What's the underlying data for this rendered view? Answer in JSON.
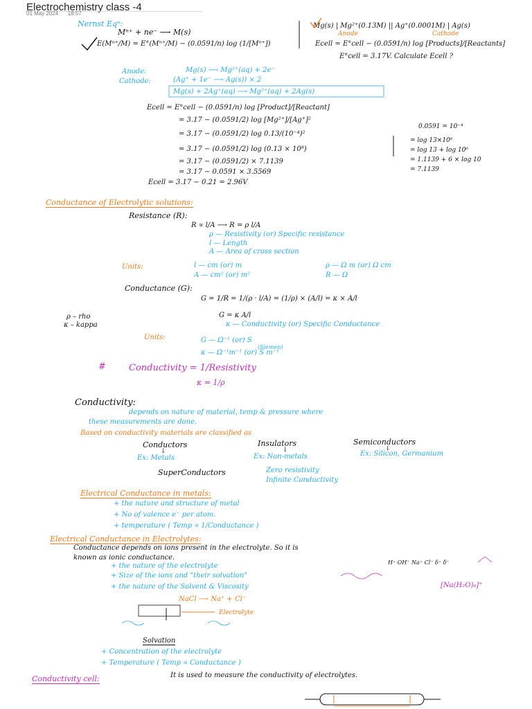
{
  "header": {
    "title": "Electrochemistry class -4",
    "date": "01 May 2024",
    "time": "18:57"
  },
  "nernst": {
    "label": "Nernst Eqⁿ:",
    "reaction": "Mⁿ⁺ + ne⁻ ⟶ M(s)",
    "equation": "E(Mⁿ⁺/M) = E°(Mⁿ⁺/M) − (0.0591/n) log (1/[Mⁿ⁺])",
    "cell": "Mg(s) | Mg²⁺(0.13M) || Ag⁺(0.0001M) | Ag(s)",
    "anode_tag": "Anode",
    "cathode_tag": "Cathode",
    "cell_eq": "Ecell = E°cell − (0.0591/n) log [Products]/[Reactants]",
    "given": "E°cell = 3.17V. Calculate Ecell ?"
  },
  "reactions": {
    "anode_label": "Anode:",
    "anode_rxn": "Mg(s) ⟶ Mg²⁺(aq) + 2e⁻",
    "cathode_label": "Cathode:",
    "cathode_rxn": "(Ag⁺ + 1e⁻ ⟶ Ag(s)) × 2",
    "overall": "Mg(s) + 2Ag⁺(aq) ⟶ Mg²⁺(aq) + 2Ag(s)"
  },
  "steps": [
    "Ecell = E°cell − (0.0591/n) log [Product]/[Reactant]",
    "= 3.17 − (0.0591/2) log [Mg²⁺]/[Ag⁺]²",
    "= 3.17 − (0.0591/2) log 0.13/(10⁻⁴)²",
    "= 3.17 − (0.0591/2) log (0.13 × 10⁸)",
    "= 3.17 − (0.0591/2) × 7.1139",
    "= 3.17 − 0.0591 × 3.5569",
    "Ecell = 3.17 − 0.21 = 2.96V"
  ],
  "side_calc": [
    "0.0591 = 10⁻⁴",
    "= log 13×10⁶",
    "= log 13 + log 10⁶",
    "= 1.1139 + 6 × log 10",
    "= 7.1139"
  ],
  "conductance_section": {
    "heading": "Conductance of Electrolytic solutions:",
    "resistance_label": "Resistance (R):",
    "resistance_eq": "R ∝ l/A ⟶ R = ρ l/A",
    "rho_def": "ρ — Resistivity (or) Specific resistance",
    "l_def": "l — Length",
    "a_def": "A — Area of cross section",
    "units_label": "Units:",
    "units_l": "l — cm (or) m",
    "units_rho": "ρ — Ω m (or) Ω cm",
    "units_a": "A — cm² (or) m²",
    "units_r": "R — Ω",
    "conductance_label": "Conductance (G):",
    "conductance_eq": "G = 1/R = 1/(ρ · l/A) = (1/ρ) × (A/l) = κ × A/l",
    "g_eq": "G = κ A/l",
    "kappa_def": "κ — Conductivity (or) Specific Conductance",
    "rho_note": "ρ – rho",
    "kappa_note": "κ – kappa",
    "units2_label": "Units:",
    "units_g": "G — Ω⁻¹ (or) S",
    "siemens": "(Siemen)",
    "units_k": "κ — Ω⁻¹m⁻¹ (or) S m⁻¹",
    "hash": "#",
    "conductivity_def": "Conductivity = 1/Resistivity",
    "kappa_eq": "κ = 1/ρ"
  },
  "conductivity_section": {
    "heading": "Conductivity:",
    "line1": "depends on nature of material, temp & pressure where",
    "line2": "these measurements are done.",
    "classify": "Based on conductivity materials are classified as",
    "conductors": "Conductors",
    "insulators": "Insulators",
    "semiconductors": "Semiconductors",
    "arrow": "↓",
    "ex_conductors": "Ex: Metals",
    "ex_insulators": "Ex: Non-metals",
    "ex_semi": "Ex: Silicon, Germanium",
    "superconductors": "SuperConductors",
    "super_1": "Zero resistivity",
    "super_2": "Infinite Conductivity"
  },
  "metals_section": {
    "heading": "Electrical Conductance in metals:",
    "items": [
      "+ the nature and structure of metal",
      "+ No of valence e⁻ per atom.",
      "+ temperature ( Temp ∝ 1/Conductance )"
    ]
  },
  "electrolytes_section": {
    "heading": "Electrical Conductance in Electrolytes:",
    "line1": "Conductance depends on ions present in the electrolyte. So it is",
    "line2": "known as ionic conductance.",
    "items": [
      "+ the nature of the electrolyte",
      "+ Size of the ions and \"their solvation\"",
      "+ the nature of the Solvent & Viscosity"
    ],
    "sketch_ions": "H⁺ OH⁻  Na⁺ Cl⁻  δ⁺ δ⁻",
    "complex": "[Na(H₂O)₆]⁺",
    "nacl_rxn": "NaCl ⟶ Na⁺ + Cl⁻",
    "electrolyte_label": "Electrolyte",
    "solvation_label": "Solvation",
    "items2": [
      "+ Concentration of the electrolyte",
      "+ Temperature ( Temp ∝ Conductance )"
    ]
  },
  "cell_section": {
    "heading": "Conductivity cell:",
    "desc": "It is used to measure the conductivity of electrolytes."
  }
}
